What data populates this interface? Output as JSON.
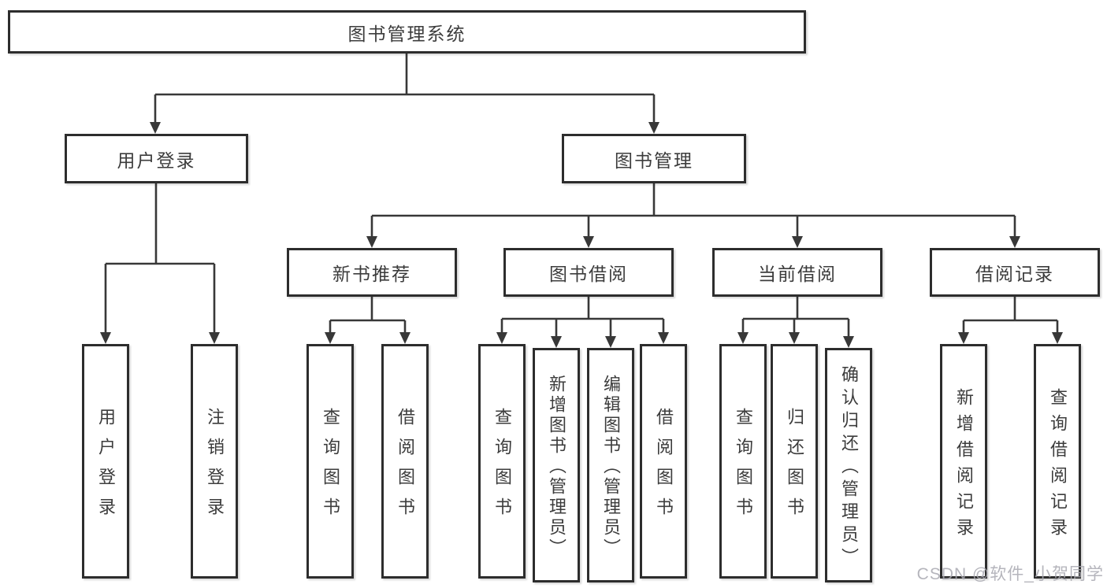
{
  "title": "图书管理系统",
  "tree": {
    "root": "图书管理系统",
    "branches": [
      {
        "label": "用户登录",
        "children": [
          "用户登录",
          "注销登录"
        ]
      },
      {
        "label": "图书管理",
        "groups": [
          {
            "label": "新书推荐",
            "children": [
              "查询图书",
              "借阅图书"
            ]
          },
          {
            "label": "图书借阅",
            "children": [
              "查询图书",
              "新增图书（管理员）",
              "编辑图书（管理员）",
              "借阅图书"
            ]
          },
          {
            "label": "当前借阅",
            "children": [
              "查询图书",
              "归还图书",
              "确认归还（管理员）"
            ]
          },
          {
            "label": "借阅记录",
            "children": [
              "新增借阅记录",
              "查询借阅记录"
            ]
          }
        ]
      }
    ]
  },
  "watermark": "CSDN @软件_小贺同学",
  "colors": {
    "line": "#383838",
    "box_border": "#2d2d2d",
    "text": "#3c3c3c",
    "watermark": "#a8a8b0",
    "background": "#ffffff"
  }
}
